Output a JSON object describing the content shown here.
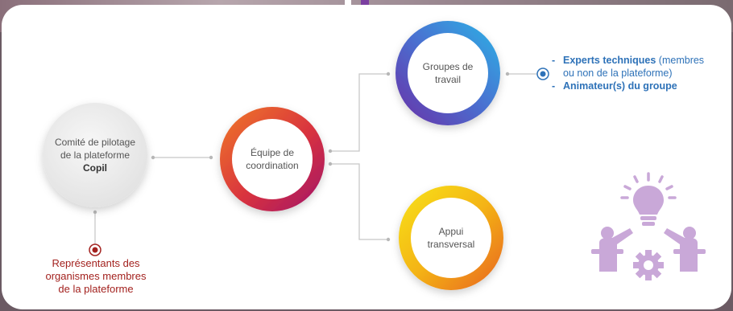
{
  "colors": {
    "red": "#a3221f",
    "blue": "#2e72b8",
    "line": "#c8c8c8",
    "icon_purple": "#c9a8d8",
    "ring_coordination": [
      "#e8612a",
      "#b2185f"
    ],
    "ring_groups": [
      "#2fa8e0",
      "#6a33a8"
    ],
    "ring_support": [
      "#f2d21a",
      "#ec7a1c"
    ]
  },
  "nodes": {
    "copil": {
      "line1": "Comité de pilotage",
      "line2": "de la plateforme",
      "line3": "Copil"
    },
    "coordination": {
      "line1": "Équipe de",
      "line2": "coordination"
    },
    "groups": {
      "line1": "Groupes de",
      "line2": "travail"
    },
    "support": {
      "line1": "Appui",
      "line2": "transversal"
    }
  },
  "copil_note": {
    "line1": "Représentants des",
    "line2": "organismes membres",
    "line3": "de la plateforme"
  },
  "groups_note": {
    "dash": "-",
    "item1_bold": "Experts techniques",
    "item1_rest_a": " (membres",
    "item1_rest_b": "ou non de la plateforme)",
    "item2_bold": "Animateur(s) du groupe"
  },
  "icons": {
    "idea": "lightbulb-teamwork-icon"
  }
}
